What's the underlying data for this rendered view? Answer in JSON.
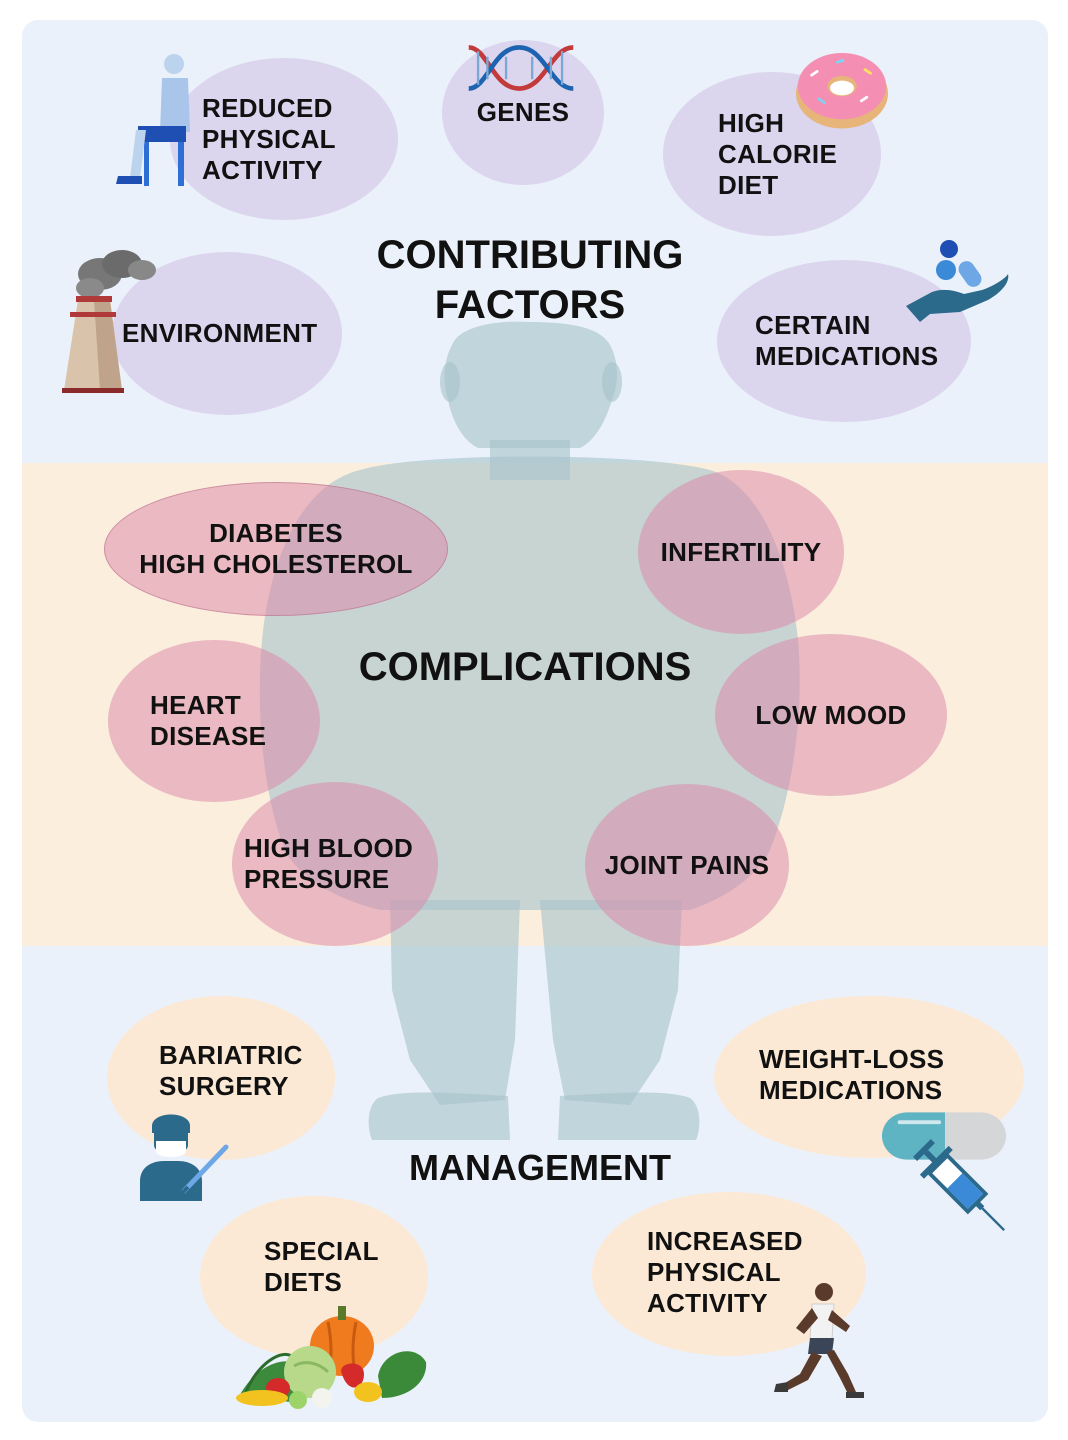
{
  "sections": {
    "contributing": "CONTRIBUTING\nFACTORS",
    "complications": "COMPLICATIONS",
    "management": "MANAGEMENT"
  },
  "factors": {
    "reduced_activity": "REDUCED\nPHYSICAL\nACTIVITY",
    "genes": "GENES",
    "high_calorie": "HIGH\nCALORIE\nDIET",
    "environment": "ENVIRONMENT",
    "medications": "CERTAIN\nMEDICATIONS"
  },
  "complications": {
    "diabetes": "DIABETES\nHIGH CHOLESTEROL",
    "infertility": "INFERTILITY",
    "heart": "HEART\nDISEASE",
    "low_mood": "LOW MOOD",
    "blood_pressure": "HIGH BLOOD\nPRESSURE",
    "joint_pains": "JOINT PAINS"
  },
  "management": {
    "bariatric": "BARIATRIC\nSURGERY",
    "weight_loss": "WEIGHT-LOSS\nMEDICATIONS",
    "diets": "SPECIAL\nDIETS",
    "activity": "INCREASED\nPHYSICAL\nACTIVITY"
  },
  "colors": {
    "top_band": "#ebf1fa",
    "middle_band": "#fbeedd",
    "factor_bubble": "#d6cdea",
    "complication_bubble": "#da88a8",
    "management_bubble": "#fbe9d5",
    "silhouette": "#a8c4cb"
  },
  "icons": [
    "seated-person-icon",
    "dna-icon",
    "donut-icon",
    "factory-icon",
    "pills-hand-icon",
    "surgeon-icon",
    "capsule-icon",
    "syringe-icon",
    "vegetables-icon",
    "runner-icon"
  ]
}
